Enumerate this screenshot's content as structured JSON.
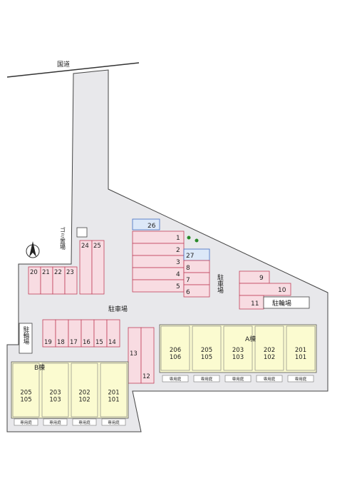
{
  "road": {
    "label": "国道"
  },
  "garbage": {
    "label": "ゴミ置場"
  },
  "parking_label_center": "駐車場",
  "parking_label_right": "駐車場",
  "bike_label_left": "駐輪場",
  "bike_label_right": "駐輪場",
  "spaces": {
    "s1": "1",
    "s2": "2",
    "s3": "3",
    "s4": "4",
    "s5": "5",
    "s6": "6",
    "s7": "7",
    "s8": "8",
    "s9": "9",
    "s10": "10",
    "s11": "11",
    "s12": "12",
    "s13": "13",
    "s14": "14",
    "s15": "15",
    "s16": "16",
    "s17": "17",
    "s18": "18",
    "s19": "19",
    "s20": "20",
    "s21": "21",
    "s22": "22",
    "s23": "23",
    "s24": "24",
    "s25": "25",
    "s26": "26",
    "s27": "27"
  },
  "building_a": {
    "name": "A棟",
    "units": [
      {
        "top": "206",
        "bottom": "106"
      },
      {
        "top": "205",
        "bottom": "105"
      },
      {
        "top": "203",
        "bottom": "103"
      },
      {
        "top": "202",
        "bottom": "102"
      },
      {
        "top": "201",
        "bottom": "101"
      }
    ],
    "garden": "専用庭"
  },
  "building_b": {
    "name": "B棟",
    "units": [
      {
        "top": "205",
        "bottom": "105"
      },
      {
        "top": "203",
        "bottom": "103"
      },
      {
        "top": "202",
        "bottom": "102"
      },
      {
        "top": "201",
        "bottom": "101"
      }
    ],
    "garden": "専用庭"
  },
  "colors": {
    "site": "#e8e8eb",
    "space_pink": "#f8dce2",
    "space_blue": "#dce8f8",
    "line": "#c0405a",
    "building": "#fbfbd0"
  }
}
